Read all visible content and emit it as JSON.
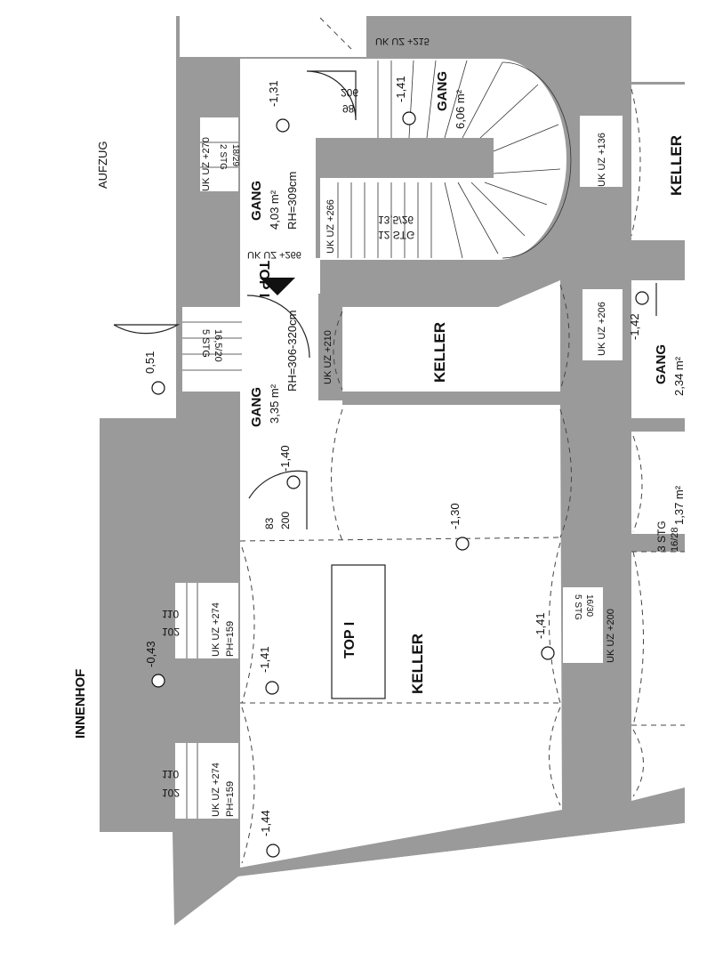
{
  "labels": {
    "aufzug": "AUFZUG",
    "innenhof": "INNENHOF",
    "keller_right_top": "KELLER",
    "keller_mid": "KELLER",
    "keller_main": "KELLER",
    "top_i_box": "TOP I",
    "top_i_marker": "TOP I",
    "gang_a_name": "GANG",
    "gang_a_area": "4,03 m²",
    "gang_a_rh": "RH=309cm",
    "gang_b_name": "GANG",
    "gang_b_area": "6,06 m²",
    "gang_c_name": "GANG",
    "gang_c_area": "3,35 m²",
    "gang_c_rh": "RH=306-320cm",
    "gang_d_name": "GANG",
    "gang_d_area": "2,34 m²",
    "area_right_small": "1,37 m²",
    "stg_3": "3 STG",
    "stg_3_dim": "16/28"
  },
  "levels": {
    "l131": "-1,31",
    "l141a": "-1,41",
    "l051": "0,51",
    "l140": "-1,40",
    "l130": "-1,30",
    "l141b": "-1,41",
    "l141c": "-1,41",
    "l144": "-1,44",
    "l043": "-0,43",
    "l142": "-1,42"
  },
  "annotations": {
    "uk215": "UK UZ +215",
    "uk136": "UK UZ +136",
    "uk270": "UK UZ +270",
    "stg2": "2 STG",
    "stg2dim": "18/29",
    "uk266a": "UK UZ +266",
    "uk266b": "UK UZ +266",
    "stg12": "12 STG",
    "stg12dim": "13,5/26",
    "uk210": "UK UZ +210",
    "uk206": "UK UZ +206",
    "stg5": "5 STG",
    "stg5dim": "16,5/20",
    "uk274a": "UK UZ +274",
    "ph159a": "PH=159",
    "uk274b": "UK UZ +274",
    "ph159b": "PH=159",
    "uk200": "UK UZ +200",
    "stg_small": "5 STG",
    "stg_small_dim": "16/30",
    "door_206": "206",
    "door_98": "98",
    "door_83": "83",
    "door_200": "200",
    "win_110a": "110",
    "win_102a": "102",
    "win_110b": "110",
    "win_102b": "102"
  }
}
